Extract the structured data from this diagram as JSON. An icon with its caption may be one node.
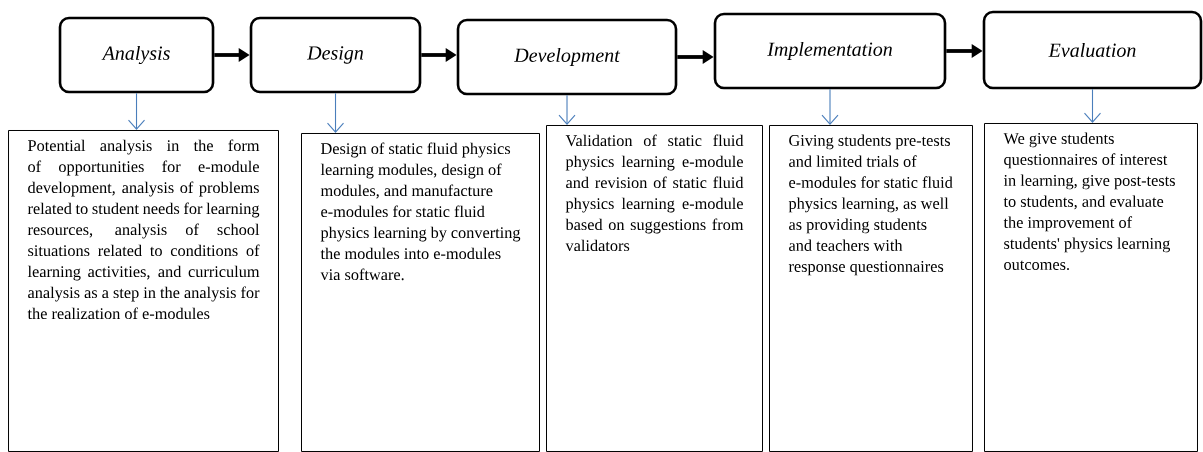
{
  "diagram": {
    "nodes": [
      {
        "text": [
          "Analysis"
        ]
      },
      {
        "text": [
          "Design"
        ]
      },
      {
        "text": [
          "Development"
        ]
      },
      {
        "text": [
          "Implementation"
        ]
      },
      {
        "text": [
          "Evaluation"
        ]
      },
      {
        "text": [
          "Potential analysis in the form of opportunities for e-module development, analysis of problems related to student needs for learning resources, analysis of school situations related to conditions of learning activities, and curriculum analysis as a step in the analysis for the realization of e-modules"
        ]
      },
      {
        "text": [
          "Design of static fluid physics learning modules, design of modules, and manufacture e-modules for static fluid physics learning by converting the modules into e-modules via software."
        ]
      },
      {
        "text": [
          "Validation of static fluid physics learning e-module and revision of static fluid physics learning e-module based on suggestions from validators"
        ]
      },
      {
        "text": [
          "Giving students pre-tests and limited trials of e-modules for static fluid physics learning, as well as providing students and teachers with response questionnaires"
        ]
      },
      {
        "text": [
          "We give students questionnaires of interest in learning, give post-tests to students, and evaluate the improvement of students' physics learning outcomes."
        ]
      }
    ],
    "edges": [
      {
        "from": 0,
        "to": 1,
        "arrow": "to",
        "style": "thick",
        "color": "#000000"
      },
      {
        "from": 1,
        "to": 2,
        "arrow": "to",
        "style": "thick",
        "color": "#000000"
      },
      {
        "from": 2,
        "to": 3,
        "arrow": "to",
        "style": "thick",
        "color": "#000000"
      },
      {
        "from": 3,
        "to": 4,
        "arrow": "to",
        "style": "thick",
        "color": "#000000"
      },
      {
        "from": 0,
        "to": 5,
        "arrow": "to"
      },
      {
        "from": 1,
        "to": 6,
        "arrow": "to"
      },
      {
        "from": 2,
        "to": 7,
        "arrow": "to"
      },
      {
        "from": 3,
        "to": 8,
        "arrow": "to"
      },
      {
        "from": 4,
        "to": 9,
        "arrow": "to"
      }
    ]
  }
}
